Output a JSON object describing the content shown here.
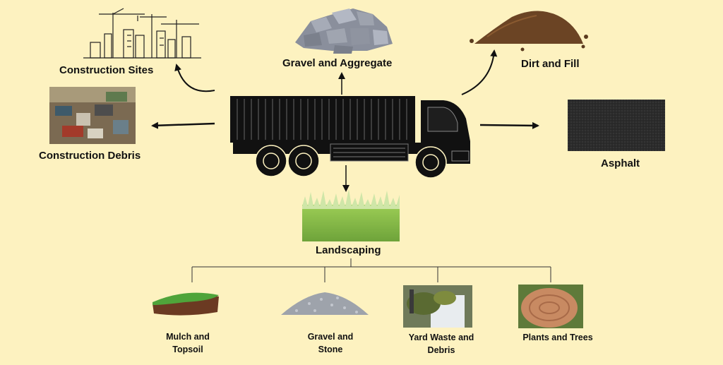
{
  "diagram": {
    "truck_icon": "dump-truck-icon",
    "destinations": {
      "construction_sites": "Construction Sites",
      "gravel_aggregate": "Gravel and Aggregate",
      "dirt_fill": "Dirt and Fill",
      "construction_debris": "Construction Debris",
      "asphalt": "Asphalt",
      "landscaping": "Landscaping"
    },
    "landscaping_items": [
      {
        "label_line1": "Mulch and",
        "label_line2": "Topsoil"
      },
      {
        "label_line1": "Gravel and",
        "label_line2": "Stone"
      },
      {
        "label_line1": "Yard Waste and",
        "label_line2": "Debris"
      },
      {
        "label_line1": "Plants and Trees",
        "label_line2": ""
      }
    ],
    "colors": {
      "background": "#fdf2c0",
      "truck": "#111111",
      "grass": "#8cbf4a",
      "asphalt": "#2a2a2a",
      "dirt": "#6b4424",
      "stones": "#8a8f9c"
    }
  }
}
